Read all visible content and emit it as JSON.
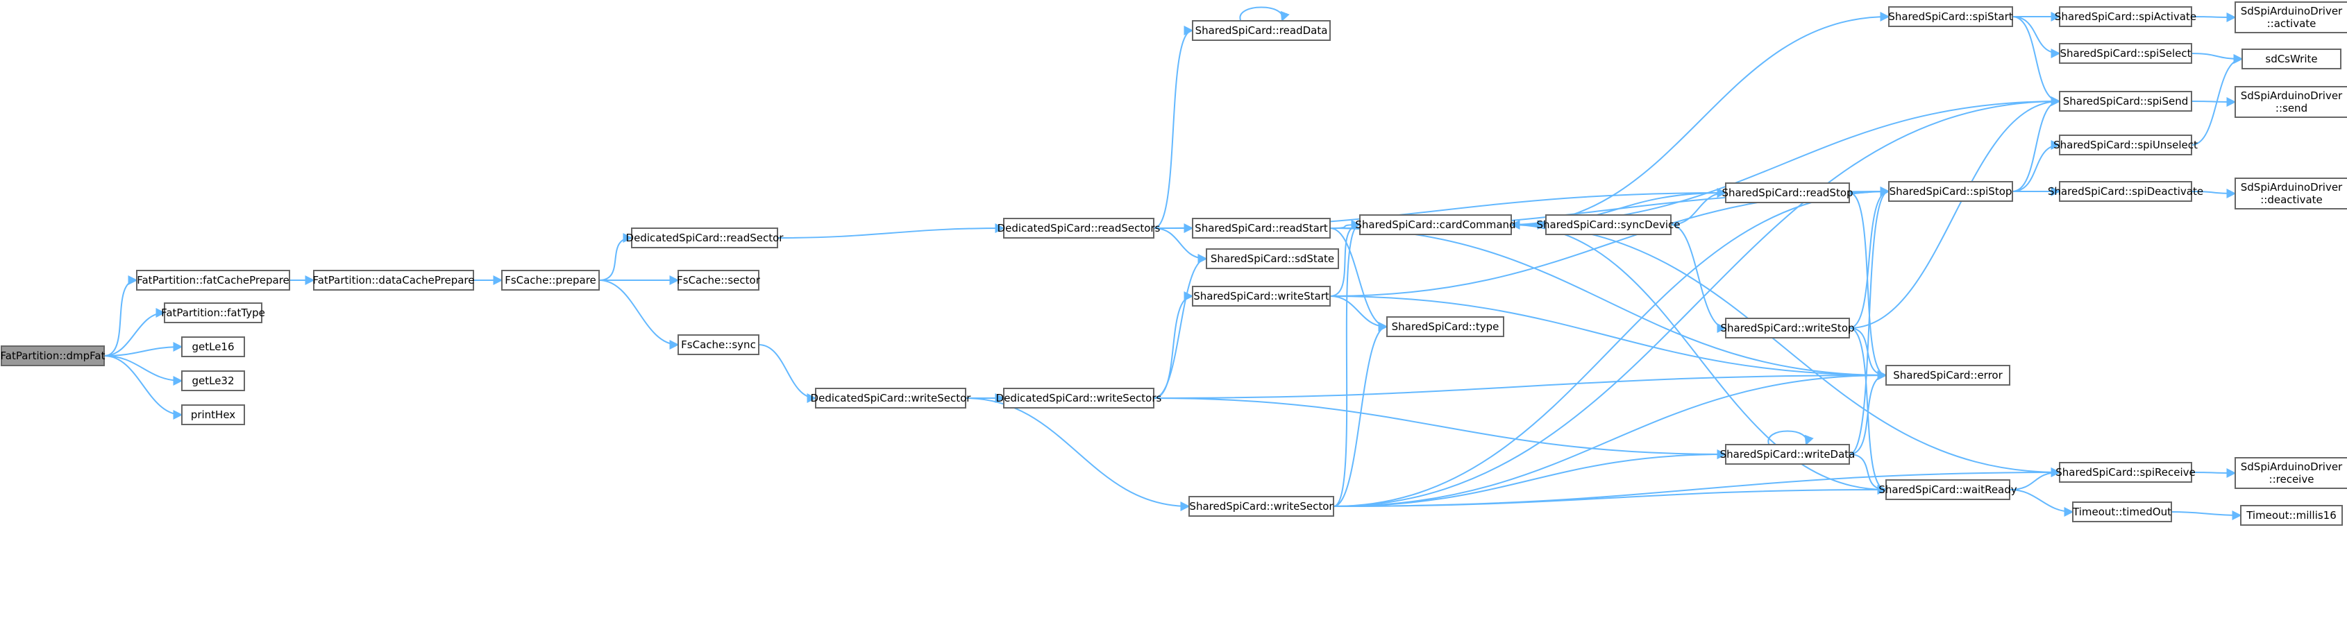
{
  "diagram": {
    "type": "call-graph",
    "root": "FatPartition::dmpFat",
    "nodes": [
      {
        "id": "dmpFat",
        "lines": [
          "FatPartition::dmpFat"
        ],
        "root": true
      },
      {
        "id": "fatCachePrepare",
        "lines": [
          "FatPartition::fatCachePrepare"
        ]
      },
      {
        "id": "fatType",
        "lines": [
          "FatPartition::fatType"
        ]
      },
      {
        "id": "getLe16",
        "lines": [
          "getLe16"
        ]
      },
      {
        "id": "getLe32",
        "lines": [
          "getLe32"
        ]
      },
      {
        "id": "printHex",
        "lines": [
          "printHex"
        ]
      },
      {
        "id": "dataCachePrepare",
        "lines": [
          "FatPartition::dataCachePrepare"
        ]
      },
      {
        "id": "prepare",
        "lines": [
          "FsCache::prepare"
        ]
      },
      {
        "id": "readSector",
        "lines": [
          "DedicatedSpiCard::readSector"
        ]
      },
      {
        "id": "sector",
        "lines": [
          "FsCache::sector"
        ]
      },
      {
        "id": "sync",
        "lines": [
          "FsCache::sync"
        ]
      },
      {
        "id": "readSectors",
        "lines": [
          "DedicatedSpiCard::readSectors"
        ]
      },
      {
        "id": "writeSectorD",
        "lines": [
          "DedicatedSpiCard::writeSector"
        ]
      },
      {
        "id": "writeSectors",
        "lines": [
          "DedicatedSpiCard::writeSectors"
        ]
      },
      {
        "id": "readData",
        "lines": [
          "SharedSpiCard::readData"
        ]
      },
      {
        "id": "readStart",
        "lines": [
          "SharedSpiCard::readStart"
        ]
      },
      {
        "id": "sdState",
        "lines": [
          "SharedSpiCard::sdState"
        ]
      },
      {
        "id": "writeStart",
        "lines": [
          "SharedSpiCard::writeStart"
        ]
      },
      {
        "id": "writeSectorS",
        "lines": [
          "SharedSpiCard::writeSector"
        ]
      },
      {
        "id": "cardCommand",
        "lines": [
          "SharedSpiCard::cardCommand"
        ]
      },
      {
        "id": "type",
        "lines": [
          "SharedSpiCard::type"
        ]
      },
      {
        "id": "syncDevice",
        "lines": [
          "SharedSpiCard::syncDevice"
        ]
      },
      {
        "id": "readStop",
        "lines": [
          "SharedSpiCard::readStop"
        ]
      },
      {
        "id": "writeStop",
        "lines": [
          "SharedSpiCard::writeStop"
        ]
      },
      {
        "id": "writeData",
        "lines": [
          "SharedSpiCard::writeData"
        ]
      },
      {
        "id": "error",
        "lines": [
          "SharedSpiCard::error"
        ]
      },
      {
        "id": "waitReady",
        "lines": [
          "SharedSpiCard::waitReady"
        ]
      },
      {
        "id": "spiStart",
        "lines": [
          "SharedSpiCard::spiStart"
        ]
      },
      {
        "id": "spiStop",
        "lines": [
          "SharedSpiCard::spiStop"
        ]
      },
      {
        "id": "spiActivate",
        "lines": [
          "SharedSpiCard::spiActivate"
        ]
      },
      {
        "id": "spiSelect",
        "lines": [
          "SharedSpiCard::spiSelect"
        ]
      },
      {
        "id": "spiSend",
        "lines": [
          "SharedSpiCard::spiSend"
        ]
      },
      {
        "id": "spiUnselect",
        "lines": [
          "SharedSpiCard::spiUnselect"
        ]
      },
      {
        "id": "spiDeactivate",
        "lines": [
          "SharedSpiCard::spiDeactivate"
        ]
      },
      {
        "id": "spiReceive",
        "lines": [
          "SharedSpiCard::spiReceive"
        ]
      },
      {
        "id": "timedOut",
        "lines": [
          "Timeout::timedOut"
        ]
      },
      {
        "id": "drvActivate",
        "lines": [
          "SdSpiArduinoDriver",
          "::activate"
        ]
      },
      {
        "id": "sdCsWrite",
        "lines": [
          "sdCsWrite"
        ]
      },
      {
        "id": "drvSend",
        "lines": [
          "SdSpiArduinoDriver",
          "::send"
        ]
      },
      {
        "id": "drvDeactivate",
        "lines": [
          "SdSpiArduinoDriver",
          "::deactivate"
        ]
      },
      {
        "id": "drvReceive",
        "lines": [
          "SdSpiArduinoDriver",
          "::receive"
        ]
      },
      {
        "id": "millis16",
        "lines": [
          "Timeout::millis16"
        ]
      }
    ],
    "edges": [
      [
        "dmpFat",
        "fatCachePrepare"
      ],
      [
        "dmpFat",
        "fatType"
      ],
      [
        "dmpFat",
        "getLe16"
      ],
      [
        "dmpFat",
        "getLe32"
      ],
      [
        "dmpFat",
        "printHex"
      ],
      [
        "fatCachePrepare",
        "dataCachePrepare"
      ],
      [
        "dataCachePrepare",
        "prepare"
      ],
      [
        "prepare",
        "readSector"
      ],
      [
        "prepare",
        "sector"
      ],
      [
        "prepare",
        "sync"
      ],
      [
        "readSector",
        "readSectors"
      ],
      [
        "sync",
        "writeSectorD"
      ],
      [
        "writeSectorD",
        "writeSectors"
      ],
      [
        "writeSectorD",
        "writeSectorS"
      ],
      [
        "readSectors",
        "readData"
      ],
      [
        "readSectors",
        "readStart"
      ],
      [
        "readSectors",
        "sdState"
      ],
      [
        "readSectors",
        "readStop"
      ],
      [
        "writeSectors",
        "sdState"
      ],
      [
        "writeSectors",
        "writeStart"
      ],
      [
        "writeSectors",
        "writeData"
      ],
      [
        "writeSectors",
        "error"
      ],
      [
        "readData",
        "readData"
      ],
      [
        "readStart",
        "cardCommand"
      ],
      [
        "readStart",
        "error"
      ],
      [
        "readStart",
        "spiStop"
      ],
      [
        "readStart",
        "type"
      ],
      [
        "writeStart",
        "cardCommand"
      ],
      [
        "writeStart",
        "type"
      ],
      [
        "writeStart",
        "spiStop"
      ],
      [
        "writeStart",
        "error"
      ],
      [
        "writeSectorS",
        "cardCommand"
      ],
      [
        "writeSectorS",
        "type"
      ],
      [
        "writeSectorS",
        "writeData"
      ],
      [
        "writeSectorS",
        "spiStop"
      ],
      [
        "writeSectorS",
        "error"
      ],
      [
        "writeSectorS",
        "waitReady"
      ],
      [
        "writeSectorS",
        "spiReceive"
      ],
      [
        "writeSectorS",
        "spiSend"
      ],
      [
        "cardCommand",
        "spiStart"
      ],
      [
        "cardCommand",
        "syncDevice"
      ],
      [
        "cardCommand",
        "spiSend"
      ],
      [
        "cardCommand",
        "spiReceive"
      ],
      [
        "cardCommand",
        "waitReady"
      ],
      [
        "syncDevice",
        "readStop"
      ],
      [
        "syncDevice",
        "writeStop"
      ],
      [
        "readStop",
        "spiStop"
      ],
      [
        "readStop",
        "cardCommand"
      ],
      [
        "readStop",
        "error"
      ],
      [
        "writeStop",
        "spiStop"
      ],
      [
        "writeStop",
        "error"
      ],
      [
        "writeStop",
        "waitReady"
      ],
      [
        "writeStop",
        "spiSend"
      ],
      [
        "writeData",
        "writeData"
      ],
      [
        "writeData",
        "spiStop"
      ],
      [
        "writeData",
        "error"
      ],
      [
        "writeData",
        "waitReady"
      ],
      [
        "waitReady",
        "spiReceive"
      ],
      [
        "waitReady",
        "timedOut"
      ],
      [
        "spiStart",
        "spiActivate"
      ],
      [
        "spiStart",
        "spiSelect"
      ],
      [
        "spiStart",
        "spiSend"
      ],
      [
        "spiStop",
        "spiDeactivate"
      ],
      [
        "spiStop",
        "spiUnselect"
      ],
      [
        "spiStop",
        "spiSend"
      ],
      [
        "spiActivate",
        "drvActivate"
      ],
      [
        "spiSelect",
        "sdCsWrite"
      ],
      [
        "spiSend",
        "drvSend"
      ],
      [
        "spiUnselect",
        "sdCsWrite"
      ],
      [
        "spiDeactivate",
        "drvDeactivate"
      ],
      [
        "spiReceive",
        "drvReceive"
      ],
      [
        "timedOut",
        "millis16"
      ]
    ]
  }
}
